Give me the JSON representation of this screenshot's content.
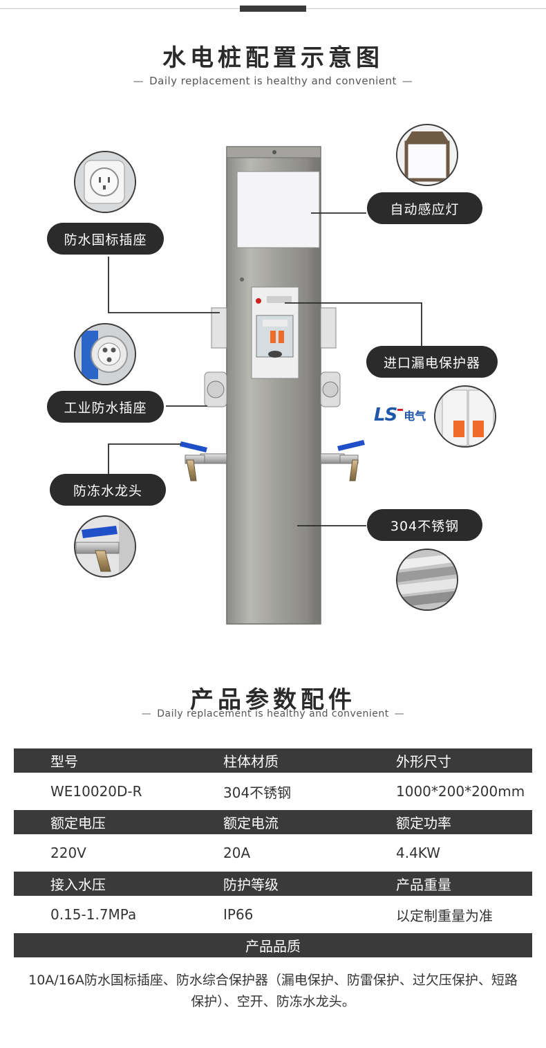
{
  "header": {
    "title": "水电桩配置示意图",
    "subtitle": "Daily replacement is healthy and convenient",
    "dash": "—"
  },
  "diagram": {
    "labels": {
      "socket": "防水国标插座",
      "industrial": "工业防水插座",
      "faucet": "防冻水龙头",
      "light": "自动感应灯",
      "breaker": "进口漏电保护器",
      "steel": "304不锈钢"
    },
    "brand": {
      "logo": "LS",
      "text": "电气",
      "color": "#1e56a8",
      "accent": "#d61f26"
    },
    "icons": [
      "socket-photo-icon",
      "industrial-socket-photo-icon",
      "faucet-photo-icon",
      "lamp-photo-icon",
      "breaker-photo-icon",
      "steel-photo-icon"
    ]
  },
  "params": {
    "title": "产品参数配件",
    "subtitle": "Daily replacement is healthy and convenient",
    "dash": "—",
    "rows": [
      {
        "h": [
          "型号",
          "柱体材质",
          "外形尺寸"
        ],
        "v": [
          "WE10020D-R",
          "304不锈钢",
          "1000*200*200mm"
        ]
      },
      {
        "h": [
          "额定电压",
          "额定电流",
          "额定功率"
        ],
        "v": [
          "220V",
          "20A",
          "4.4KW"
        ]
      },
      {
        "h": [
          "接入水压",
          "防护等级",
          "产品重量"
        ],
        "v": [
          "0.15-1.7MPa",
          "IP66",
          "以定制重量为准"
        ]
      }
    ],
    "quality_title": "产品品质",
    "quality_text": "10A/16A防水国标插座、防水综合保护器（漏电保护、防雷保护、过欠压保护、短路保护）、空开、防冻水龙头。"
  },
  "colors": {
    "dark": "#2b2b2b",
    "table_head": "#3a3a3a",
    "faucet_handle": "#1f4fc9",
    "breaker_orange": "#f06a2a"
  }
}
